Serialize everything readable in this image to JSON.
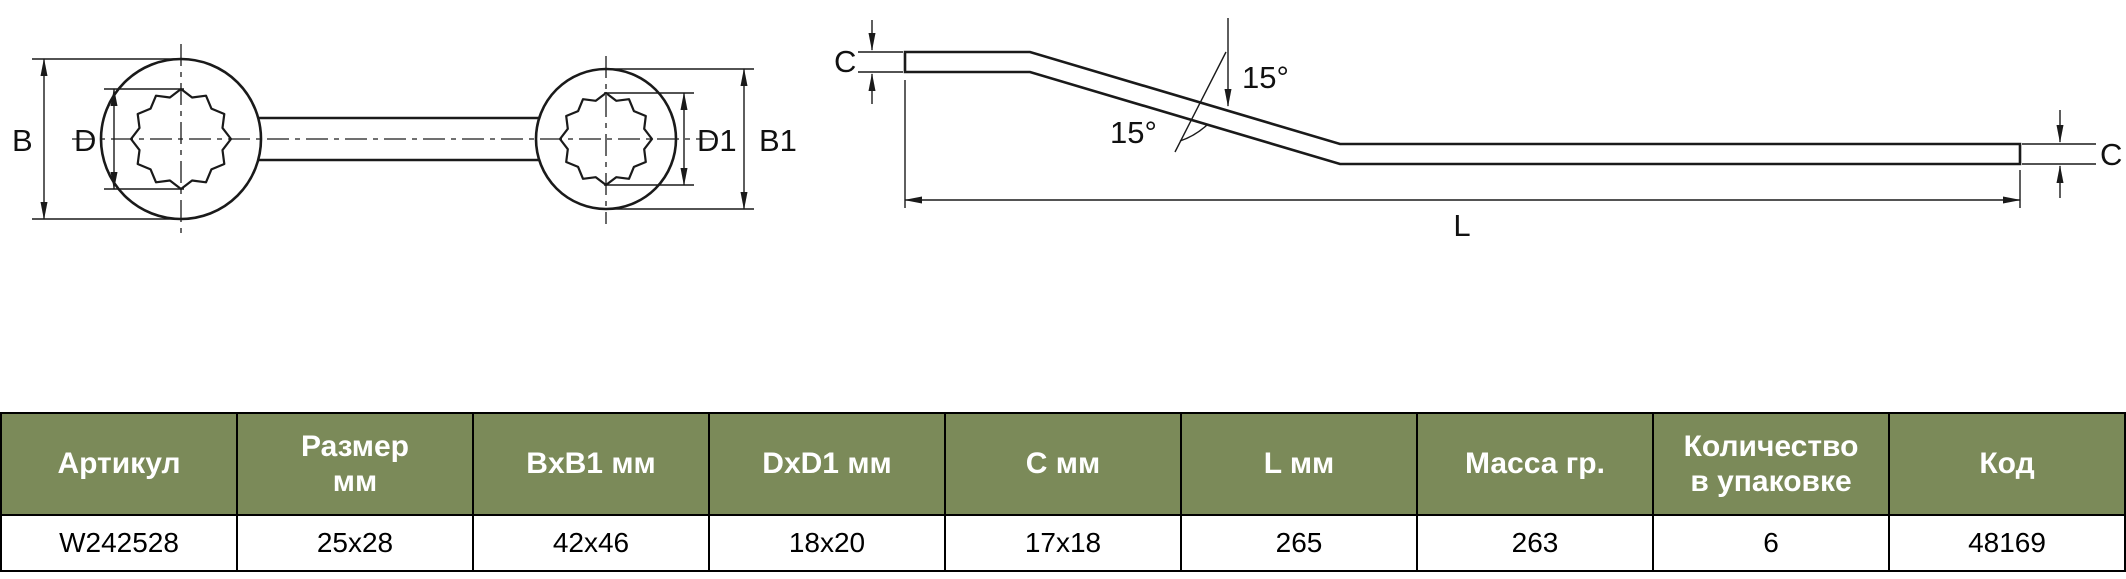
{
  "drawings": {
    "top_view": {
      "labels": {
        "B": "B",
        "D": "D",
        "D1": "D1",
        "B1": "B1"
      }
    },
    "side_view": {
      "labels": {
        "C_left": "C",
        "C_right": "C",
        "angle_upper": "15°",
        "angle_lower": "15°",
        "L": "L"
      }
    }
  },
  "table": {
    "headers": [
      "Артикул",
      "Размер\nмм",
      "BxB1 мм",
      "DxD1 мм",
      "C мм",
      "L мм",
      "Масса гр.",
      "Количество\nв упаковке",
      "Код"
    ],
    "row": [
      "W242528",
      "25x28",
      "42x46",
      "18x20",
      "17x18",
      "265",
      "263",
      "6",
      "48169"
    ]
  },
  "colors": {
    "table_header_bg": "#7B8A59",
    "table_header_text": "#FFFFFF",
    "table_border": "#000000"
  }
}
